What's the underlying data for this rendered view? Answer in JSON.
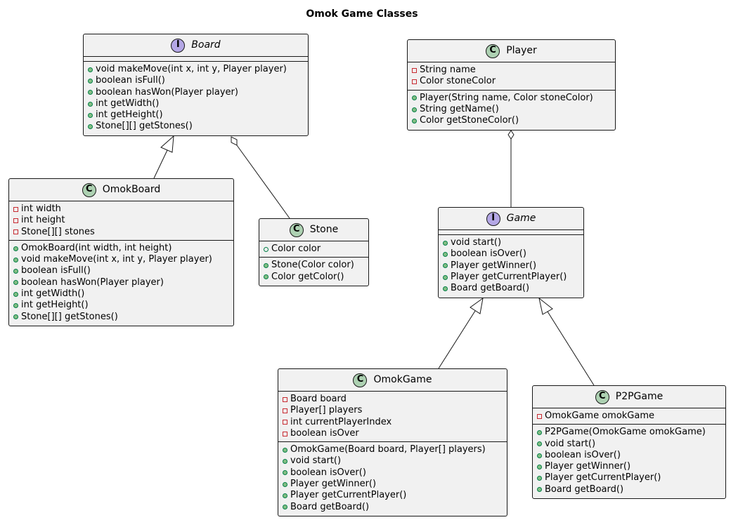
{
  "diagram": {
    "title": "Omok Game Classes"
  },
  "classes": {
    "board": {
      "kind": "I",
      "name": "Board",
      "fields": [],
      "methods": [
        "void makeMove(int x, int y, Player player)",
        "boolean isFull()",
        "boolean hasWon(Player player)",
        "int getWidth()",
        "int getHeight()",
        "Stone[][] getStones()"
      ]
    },
    "player": {
      "kind": "C",
      "name": "Player",
      "fields": [
        "String name",
        "Color stoneColor"
      ],
      "methods": [
        "Player(String name, Color stoneColor)",
        "String getName()",
        "Color getStoneColor()"
      ]
    },
    "omokboard": {
      "kind": "C",
      "name": "OmokBoard",
      "fields": [
        "int width",
        "int height",
        "Stone[][] stones"
      ],
      "methods": [
        "OmokBoard(int width, int height)",
        "void makeMove(int x, int y, Player player)",
        "boolean isFull()",
        "boolean hasWon(Player player)",
        "int getWidth()",
        "int getHeight()",
        "Stone[][] getStones()"
      ]
    },
    "stone": {
      "kind": "C",
      "name": "Stone",
      "fields": [
        "Color color"
      ],
      "methods": [
        "Stone(Color color)",
        "Color getColor()"
      ]
    },
    "game": {
      "kind": "I",
      "name": "Game",
      "fields": [],
      "methods": [
        "void start()",
        "boolean isOver()",
        "Player getWinner()",
        "Player getCurrentPlayer()",
        "Board getBoard()"
      ]
    },
    "omokgame": {
      "kind": "C",
      "name": "OmokGame",
      "fields": [
        "Board board",
        "Player[] players",
        "int currentPlayerIndex",
        "boolean isOver"
      ],
      "methods": [
        "OmokGame(Board board, Player[] players)",
        "void start()",
        "boolean isOver()",
        "Player getWinner()",
        "Player getCurrentPlayer()",
        "Board getBoard()"
      ]
    },
    "p2pgame": {
      "kind": "C",
      "name": "P2PGame",
      "fields": [
        "OmokGame omokGame"
      ],
      "methods": [
        "P2PGame(OmokGame omokGame)",
        "void start()",
        "boolean isOver()",
        "Player getWinner()",
        "Player getCurrentPlayer()",
        "Board getBoard()"
      ]
    }
  },
  "colors": {
    "class_fill": "#f1f1f1",
    "class_badge": "#add1b2",
    "interface_badge": "#b4a7e5",
    "line": "#181818"
  }
}
